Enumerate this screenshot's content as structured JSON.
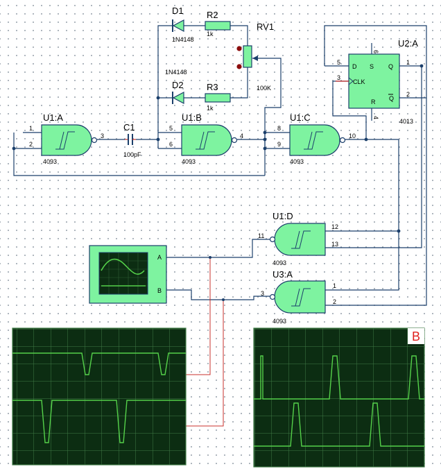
{
  "components": {
    "u1a": {
      "ref": "U1:A",
      "part": "4093",
      "pins": [
        "1",
        "2",
        "3"
      ]
    },
    "u1b": {
      "ref": "U1:B",
      "part": "4093",
      "pins": [
        "5",
        "6",
        "4"
      ]
    },
    "u1c": {
      "ref": "U1:C",
      "part": "4093",
      "pins": [
        "8",
        "9",
        "10"
      ]
    },
    "u1d": {
      "ref": "U1:D",
      "part": "4093",
      "pins": [
        "12",
        "13",
        "11"
      ]
    },
    "u3a": {
      "ref": "U3:A",
      "part": "4093",
      "pins": [
        "1",
        "2",
        "3"
      ]
    },
    "u2a": {
      "ref": "U2:A",
      "part": "4013",
      "pins": [
        "5",
        "3",
        "1",
        "2",
        "6",
        "4"
      ],
      "d": "D",
      "s": "S",
      "q": "Q",
      "clk": "CLK",
      "r": "R",
      "qbar": "Q"
    },
    "c1": {
      "ref": "C1",
      "value": "100pF"
    },
    "d1": {
      "ref": "D1",
      "part": "1N4148"
    },
    "d2": {
      "ref": "D2",
      "part": "1N4148"
    },
    "r2": {
      "ref": "R2",
      "value": "1k"
    },
    "r3": {
      "ref": "R3",
      "value": "1k"
    },
    "rv1": {
      "ref": "RV1",
      "value": "100K"
    }
  },
  "scope": {
    "channel_a": "A",
    "channel_b": "B"
  },
  "panel_b_label": "B",
  "colors": {
    "component_fill": "#7ef3a0",
    "wire": "#1b3f6b",
    "scope_bg": "#0c2d12",
    "trace": "#55d24a",
    "callout": "#e0201c"
  }
}
